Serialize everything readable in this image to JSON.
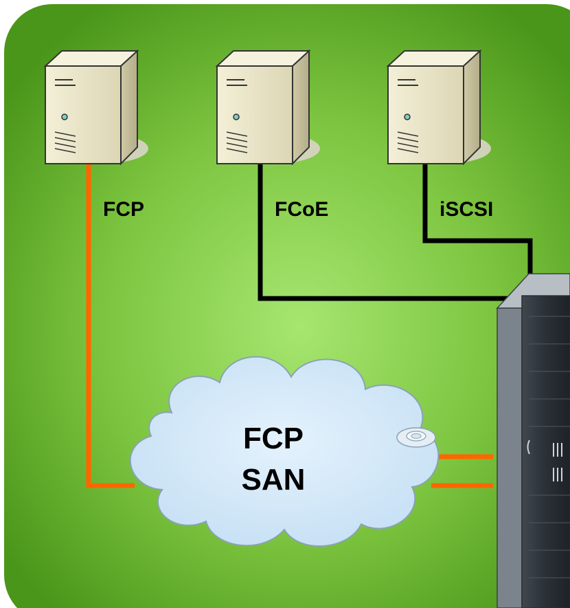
{
  "diagram": {
    "connection_labels": {
      "fcp": "FCP",
      "fcoe": "FCoE",
      "iscsi": "iSCSI"
    },
    "cloud": {
      "line1": "FCP",
      "line2": "SAN"
    },
    "colors": {
      "background_center": "#9fe06a",
      "background_edge": "#4d9a1a",
      "fcp_link": "#ff6600",
      "ethernet_link": "#000000",
      "cloud_fill": "#d6ecfb",
      "cloud_stroke": "#8aa2b6"
    },
    "icons": [
      "server-icon",
      "server-icon",
      "server-icon",
      "storage-rack-icon",
      "cloud-icon"
    ]
  }
}
